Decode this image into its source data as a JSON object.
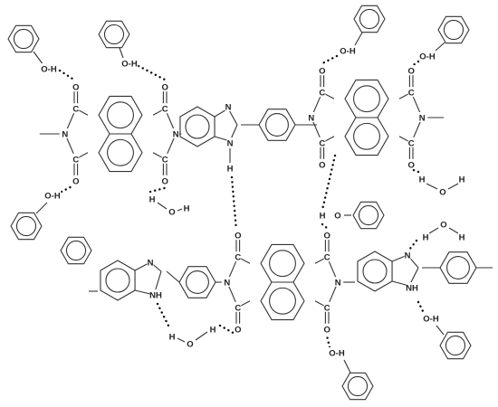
{
  "labels": {
    "N": "N",
    "O": "O",
    "C": "C",
    "H": "H",
    "NH": "NH",
    "OH": "O-H",
    "HOH_H": "H",
    "HOH_O": "O"
  },
  "colors": {
    "bond": "#333333",
    "hbond": "#111111",
    "background": "#ffffff"
  }
}
